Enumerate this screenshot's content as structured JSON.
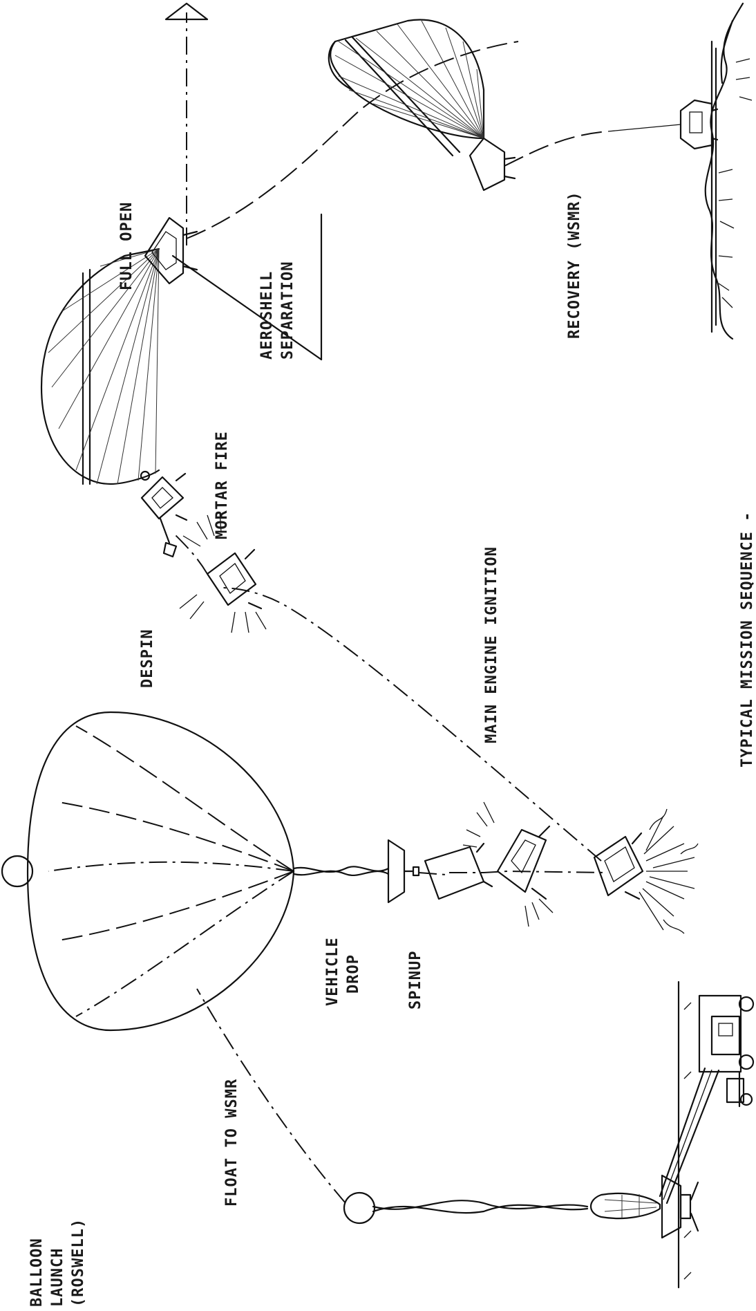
{
  "labels": {
    "balloon_launch": [
      "BALLOON",
      "LAUNCH",
      "(ROSWELL)"
    ],
    "float_to_wsmr": "FLOAT TO WSMR",
    "vehicle_drop": [
      "VEHICLE",
      "DROP"
    ],
    "spinup": "SPINUP",
    "main_engine_ignition": "MAIN ENGINE IGNITION",
    "despin": "DESPIN",
    "mortar_fire": "MORTAR FIRE",
    "full_open": "FULL OPEN",
    "aeroshell_separation": [
      "AEROSHELL",
      "SEPARATION"
    ],
    "recovery": "RECOVERY (WSMR)"
  },
  "caption": "TYPICAL MISSION SEQUENCE -",
  "icons": [
    "balloon-icon",
    "vehicle-icon",
    "parachute-icon",
    "truck-icon",
    "arrow-icon"
  ]
}
